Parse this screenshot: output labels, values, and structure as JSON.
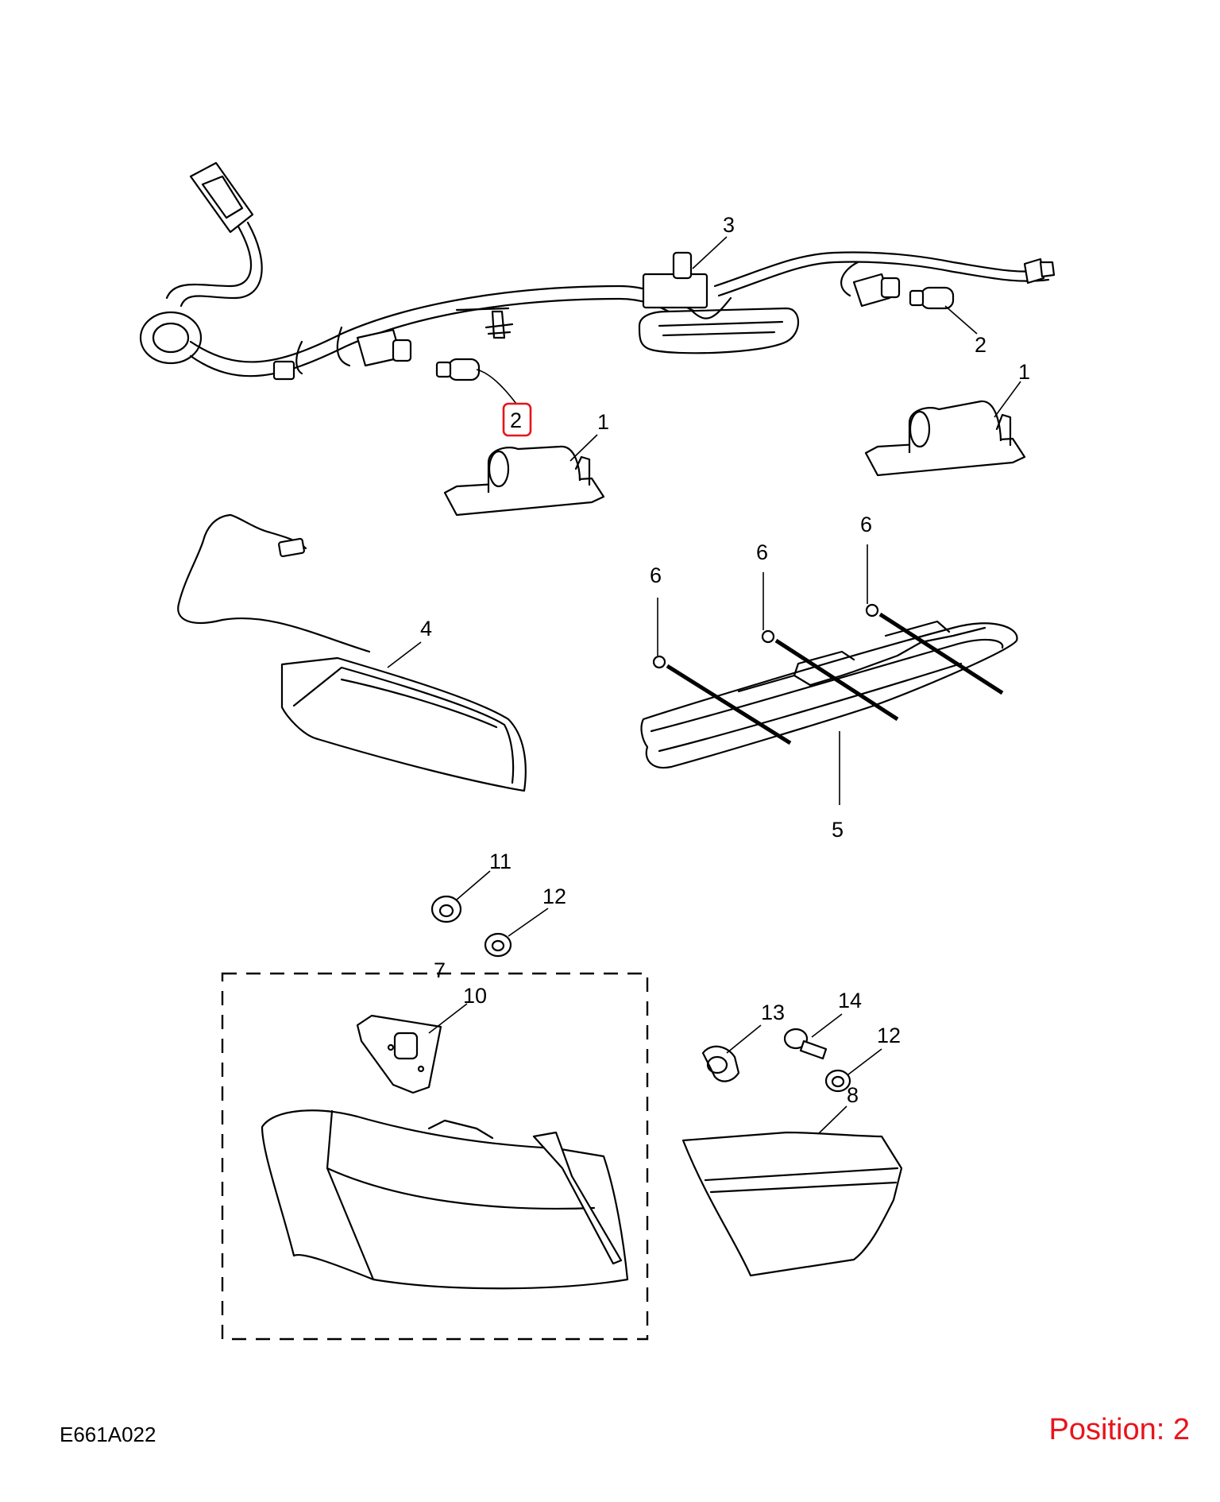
{
  "diagram": {
    "drawing_code": "E661A022",
    "position_label": "Position: 2",
    "highlight_color": "#e8141b",
    "callouts": [
      {
        "id": "c3",
        "text": "3"
      },
      {
        "id": "c2a",
        "text": "2"
      },
      {
        "id": "c2b",
        "text": "2"
      },
      {
        "id": "c1a",
        "text": "1"
      },
      {
        "id": "c1b",
        "text": "1"
      },
      {
        "id": "c4",
        "text": "4"
      },
      {
        "id": "c6a",
        "text": "6"
      },
      {
        "id": "c6b",
        "text": "6"
      },
      {
        "id": "c6c",
        "text": "6"
      },
      {
        "id": "c5",
        "text": "5"
      },
      {
        "id": "c11",
        "text": "11"
      },
      {
        "id": "c12a",
        "text": "12"
      },
      {
        "id": "c7",
        "text": "7"
      },
      {
        "id": "c10",
        "text": "10"
      },
      {
        "id": "c13",
        "text": "13"
      },
      {
        "id": "c14",
        "text": "14"
      },
      {
        "id": "c12b",
        "text": "12"
      },
      {
        "id": "c8",
        "text": "8"
      }
    ]
  }
}
